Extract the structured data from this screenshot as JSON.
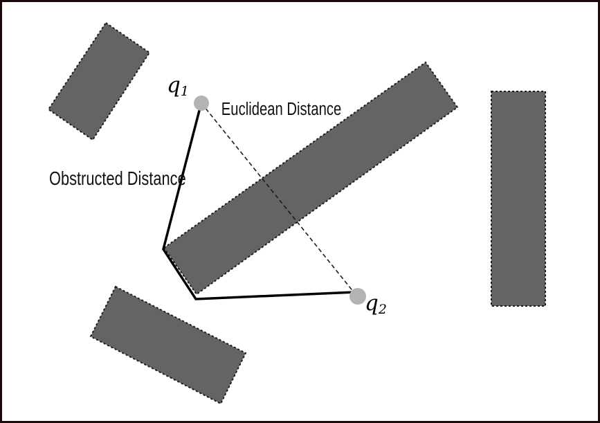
{
  "diagram": {
    "labels": {
      "q1": "q",
      "q1_sub": "1",
      "q2": "q",
      "q2_sub": "2",
      "euclidean": "Euclidean Distance",
      "obstructed": "Obstructed Distance"
    },
    "colors": {
      "obstacle_fill": "#636466",
      "obstacle_border": "#1a1a1a",
      "point": "#b3b3b3",
      "path": "#000000",
      "euclidean_line": "#1a1a1a",
      "frame": "#1a0a0a"
    },
    "legend": {
      "euclidean_style": "dashed",
      "obstructed_style": "solid"
    }
  }
}
